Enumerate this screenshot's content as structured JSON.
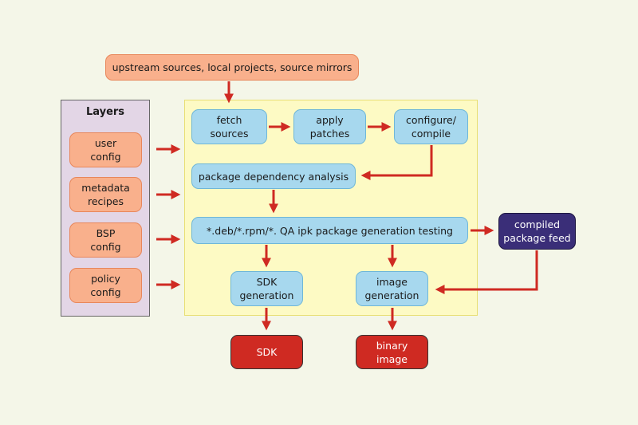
{
  "colors": {
    "background": "#f4f6e8",
    "layers_panel": "#e3d6e6",
    "build_area": "#fdfac4",
    "source_box": "#f9b08c",
    "process_box": "#a7d8ee",
    "output_box": "#cf2a22",
    "feed_box": "#3a2e78",
    "arrow": "#cf2a22"
  },
  "upstream": {
    "label": "upstream sources, local projects, source mirrors"
  },
  "layers": {
    "title": "Layers",
    "items": [
      {
        "label": "user\nconfig"
      },
      {
        "label": "metadata\nrecipes"
      },
      {
        "label": "BSP\nconfig"
      },
      {
        "label": "policy\nconfig"
      }
    ]
  },
  "process": {
    "fetch": "fetch\nsources",
    "patch": "apply\npatches",
    "configure": "configure/\ncompile",
    "dependency": "package dependency analysis",
    "packaging": "*.deb/*.rpm/*. QA ipk package generation testing",
    "sdk_gen": "SDK\ngeneration",
    "image_gen": "image\ngeneration"
  },
  "feed": {
    "label": "compiled\npackage feed"
  },
  "outputs": {
    "sdk": "SDK",
    "image": "binary\nimage"
  }
}
